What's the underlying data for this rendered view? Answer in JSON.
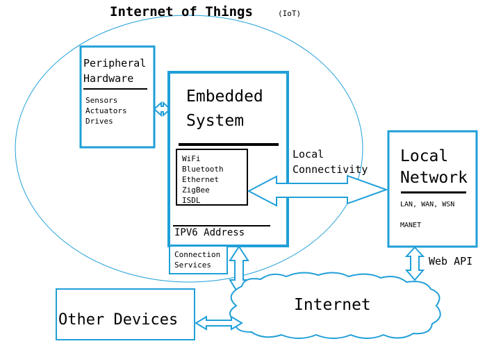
{
  "title": {
    "main": "Internet of Things",
    "abbr": "(IoT)"
  },
  "peripheral": {
    "heading_line1": "Peripheral",
    "heading_line2": "Hardware",
    "items": [
      "Sensors",
      "Actuators",
      "Drives"
    ]
  },
  "embedded": {
    "heading_line1": "Embedded",
    "heading_line2": "System",
    "protocols": [
      "WiFi",
      "Bluetooth",
      "Ethernet",
      "ZigBee",
      "ISDL"
    ],
    "address": "IPV6 Address"
  },
  "connection_services": {
    "line1": "Connection",
    "line2": "Services"
  },
  "local_connectivity": {
    "line1": "Local",
    "line2": "Connectivity"
  },
  "local_network": {
    "heading_line1": "Local",
    "heading_line2": "Network",
    "items_line1": "LAN, WAN, WSN",
    "items_line2": "MANET"
  },
  "web_api": "Web API",
  "internet": "Internet",
  "other_devices": "Other Devices",
  "colors": {
    "stroke": "#1f9fd8",
    "text": "#000000",
    "background": "#ffffff"
  }
}
